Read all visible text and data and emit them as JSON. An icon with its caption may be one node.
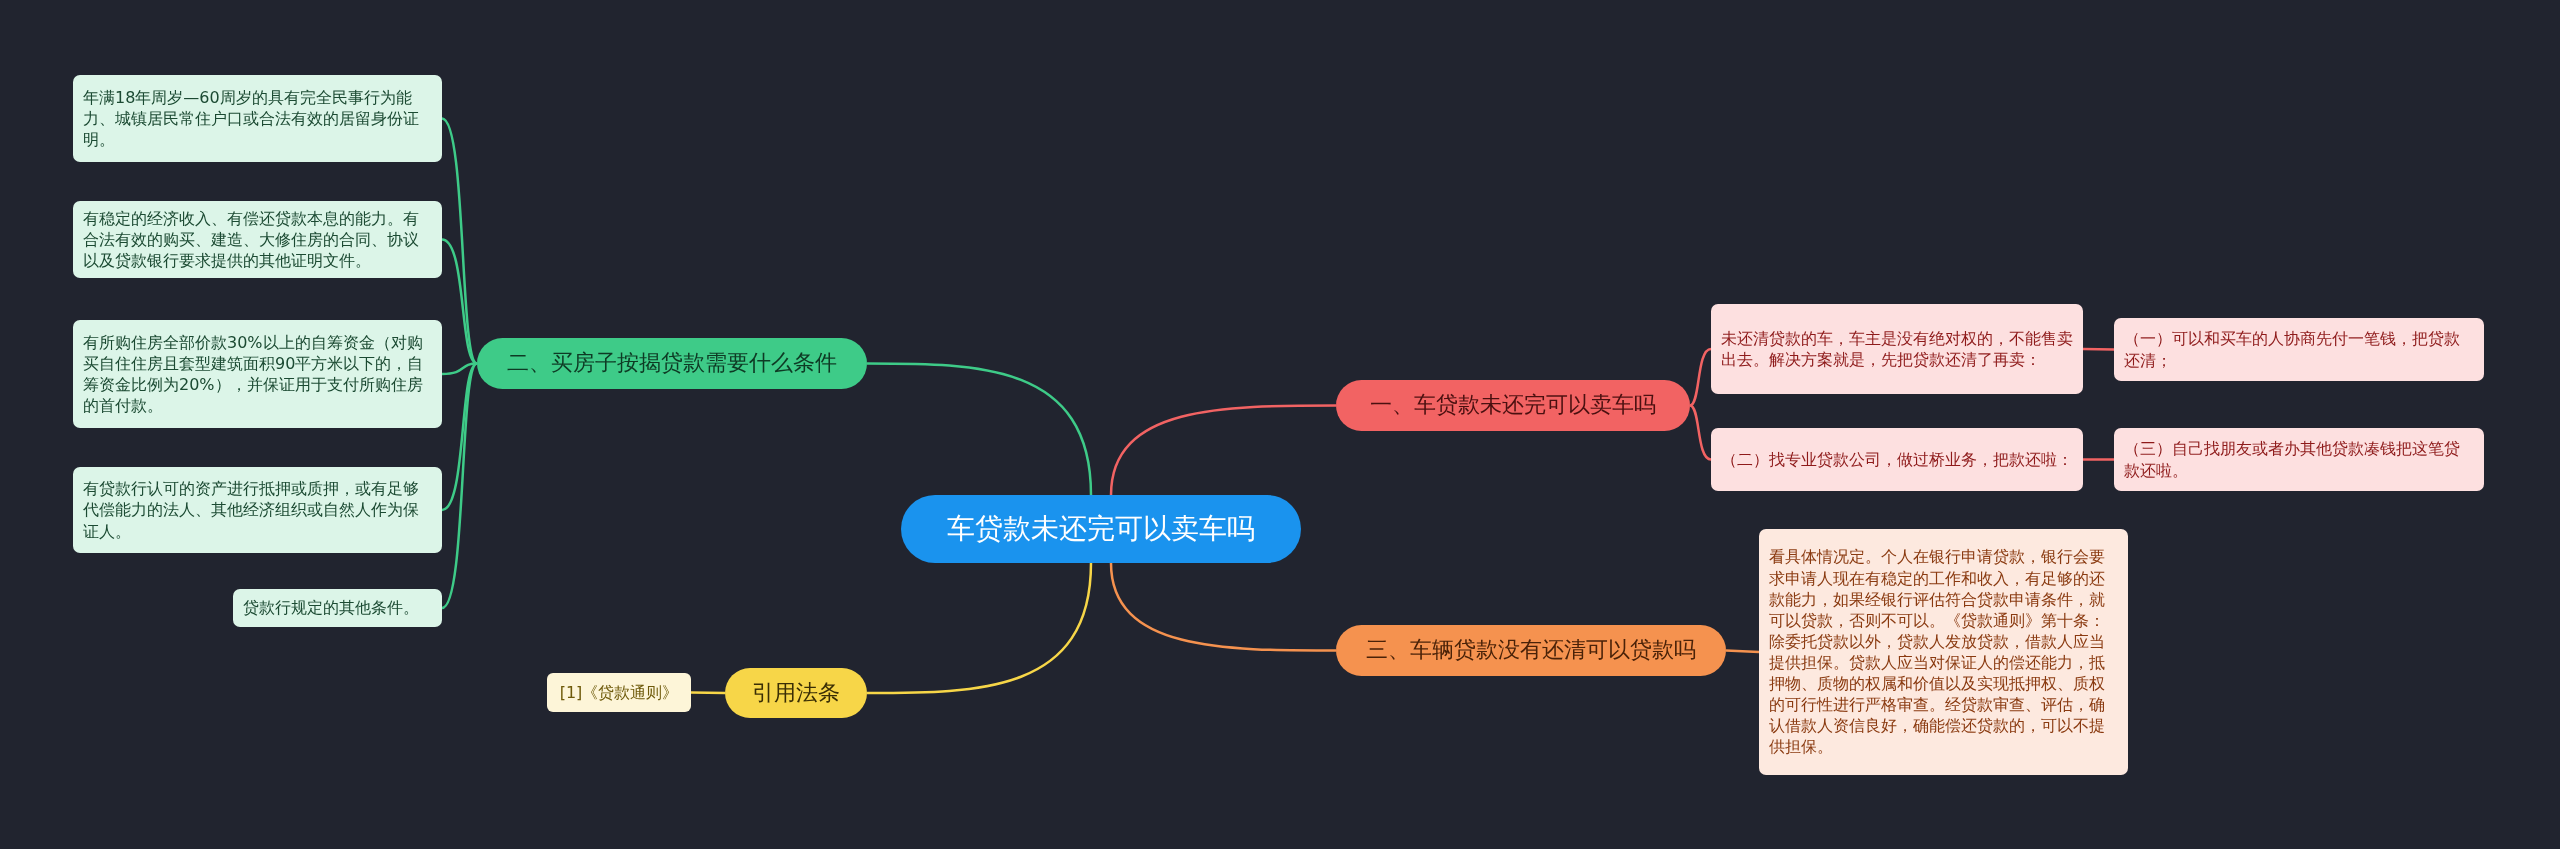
{
  "diagram": {
    "nodes": [
      {
        "text": [
          "车贷款未还完可以卖车吗"
        ]
      },
      {
        "text": [
          "一、车贷款未还完可以卖车吗"
        ]
      },
      {
        "text": [
          "未还清贷款的车，车主是没有绝对权的，不能售卖出去。解决方案就是，先把贷款还清了再卖："
        ]
      },
      {
        "text": [
          "（一）可以和买车的人协商先付一笔钱，把贷款还清；"
        ]
      },
      {
        "text": [
          "（二）找专业贷款公司，做过桥业务，把款还啦："
        ]
      },
      {
        "text": [
          "（三）自己找朋友或者办其他贷款凑钱把这笔贷款还啦。"
        ]
      },
      {
        "text": [
          "三、车辆贷款没有还清可以贷款吗"
        ]
      },
      {
        "text": [
          "看具体情况定。个人在银行申请贷款，银行会要求申请人现在有稳定的工作和收入，有足够的还款能力，如果经银行评估符合贷款申请条件，就可以贷款，否则不可以。《贷款通则》第十条：除委托贷款以外，贷款人发放贷款，借款人应当提供担保。贷款人应当对保证人的偿还能力，抵押物、质物的权属和价值以及实现抵押权、质权的可行性进行严格审查。经贷款审查、评估，确认借款人资信良好，确能偿还贷款的，可以不提供担保。"
        ]
      },
      {
        "text": [
          "二、买房子按揭贷款需要什么条件"
        ]
      },
      {
        "text": [
          "年满18年周岁—60周岁的具有完全民事行为能力、城镇居民常住户口或合法有效的居留身份证明。"
        ]
      },
      {
        "text": [
          "有稳定的经济收入、有偿还贷款本息的能力。有合法有效的购买、建造、大修住房的合同、协议以及贷款银行要求提供的其他证明文件。"
        ]
      },
      {
        "text": [
          "有所购住房全部价款30%以上的自筹资金（对购买自住住房且套型建筑面积90平方米以下的，自筹资金比例为20%），并保证用于支付所购住房的首付款。"
        ]
      },
      {
        "text": [
          "有贷款行认可的资产进行抵押或质押，或有足够代偿能力的法人、其他经济组织或自然人作为保证人。"
        ]
      },
      {
        "text": [
          "贷款行规定的其他条件。"
        ]
      },
      {
        "text": [
          "引用法条"
        ]
      },
      {
        "text": [
          "[1]《贷款通则》"
        ]
      }
    ],
    "edges": [
      {
        "from": 0,
        "to": 1,
        "arrow": "none",
        "color": "#f26363"
      },
      {
        "from": 1,
        "to": 2,
        "arrow": "none",
        "color": "#f26363"
      },
      {
        "from": 1,
        "to": 4,
        "arrow": "none",
        "color": "#f26363"
      },
      {
        "from": 2,
        "to": 3,
        "arrow": "none",
        "color": "#f26363"
      },
      {
        "from": 4,
        "to": 5,
        "arrow": "none",
        "color": "#f26363"
      },
      {
        "from": 0,
        "to": 6,
        "arrow": "none",
        "color": "#f5924f"
      },
      {
        "from": 6,
        "to": 7,
        "arrow": "none",
        "color": "#f5924f"
      },
      {
        "from": 0,
        "to": 8,
        "arrow": "none",
        "color": "#3ecb88"
      },
      {
        "from": 8,
        "to": 9,
        "arrow": "none",
        "color": "#3ecb88"
      },
      {
        "from": 8,
        "to": 10,
        "arrow": "none",
        "color": "#3ecb88"
      },
      {
        "from": 8,
        "to": 11,
        "arrow": "none",
        "color": "#3ecb88"
      },
      {
        "from": 8,
        "to": 12,
        "arrow": "none",
        "color": "#3ecb88"
      },
      {
        "from": 8,
        "to": 13,
        "arrow": "none",
        "color": "#3ecb88"
      },
      {
        "from": 0,
        "to": 14,
        "arrow": "none",
        "color": "#f7d648"
      },
      {
        "from": 14,
        "to": 15,
        "arrow": "none",
        "color": "#f7d648"
      }
    ]
  }
}
